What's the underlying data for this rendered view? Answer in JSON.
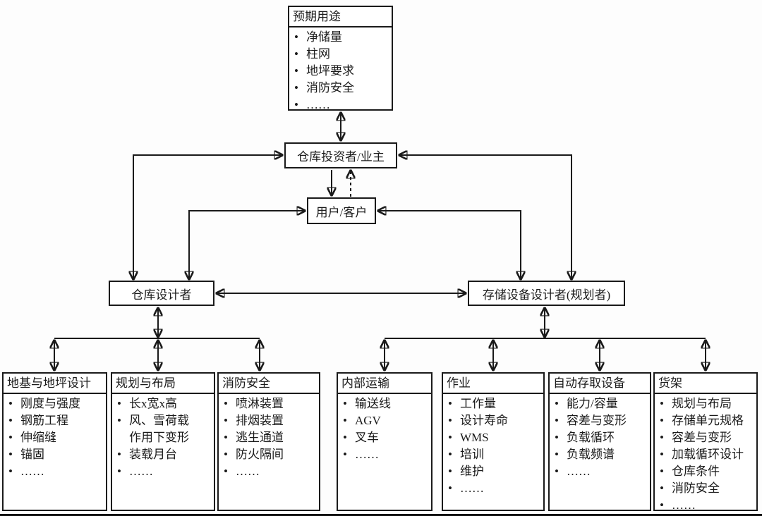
{
  "colors": {
    "line": "#1a1a1a",
    "background": "#fdfdfd",
    "box_background": "#ffffff"
  },
  "diagram": {
    "top_box": {
      "title": "预期用途",
      "items": [
        "净储量",
        "柱网",
        "地坪要求",
        "消防安全",
        "……"
      ]
    },
    "investor_box": {
      "label": "仓库投资者/业主"
    },
    "user_box": {
      "label": "用户/客户"
    },
    "warehouse_designer_box": {
      "label": "仓库设计者"
    },
    "equipment_designer_box": {
      "label": "存储设备设计者(规划者)"
    },
    "bottom_boxes": [
      {
        "title": "地基与地坪设计",
        "items": [
          "刚度与强度",
          "钢筋工程",
          "伸缩缝",
          "锚固",
          "……"
        ]
      },
      {
        "title": "规划与布局",
        "items": [
          "长x宽x高",
          "风、雪荷载\n作用下变形",
          "装载月台",
          "……"
        ]
      },
      {
        "title": "消防安全",
        "items": [
          "喷淋装置",
          "排烟装置",
          "逃生通道",
          "防火隔间",
          "……"
        ]
      },
      {
        "title": "内部运输",
        "items": [
          "输送线",
          "AGV",
          "叉车",
          "……"
        ]
      },
      {
        "title": "作业",
        "items": [
          "工作量",
          "设计寿命",
          "WMS",
          "培训",
          "维护",
          "……"
        ]
      },
      {
        "title": "自动存取设备",
        "items": [
          "能力/容量",
          "容差与变形",
          "负载循环",
          "负载频谱",
          "……"
        ]
      },
      {
        "title": "货架",
        "items": [
          "规划与布局",
          "存储单元规格",
          "容差与变形",
          "加载循环设计",
          "仓库条件",
          "消防安全",
          "……"
        ]
      }
    ]
  }
}
